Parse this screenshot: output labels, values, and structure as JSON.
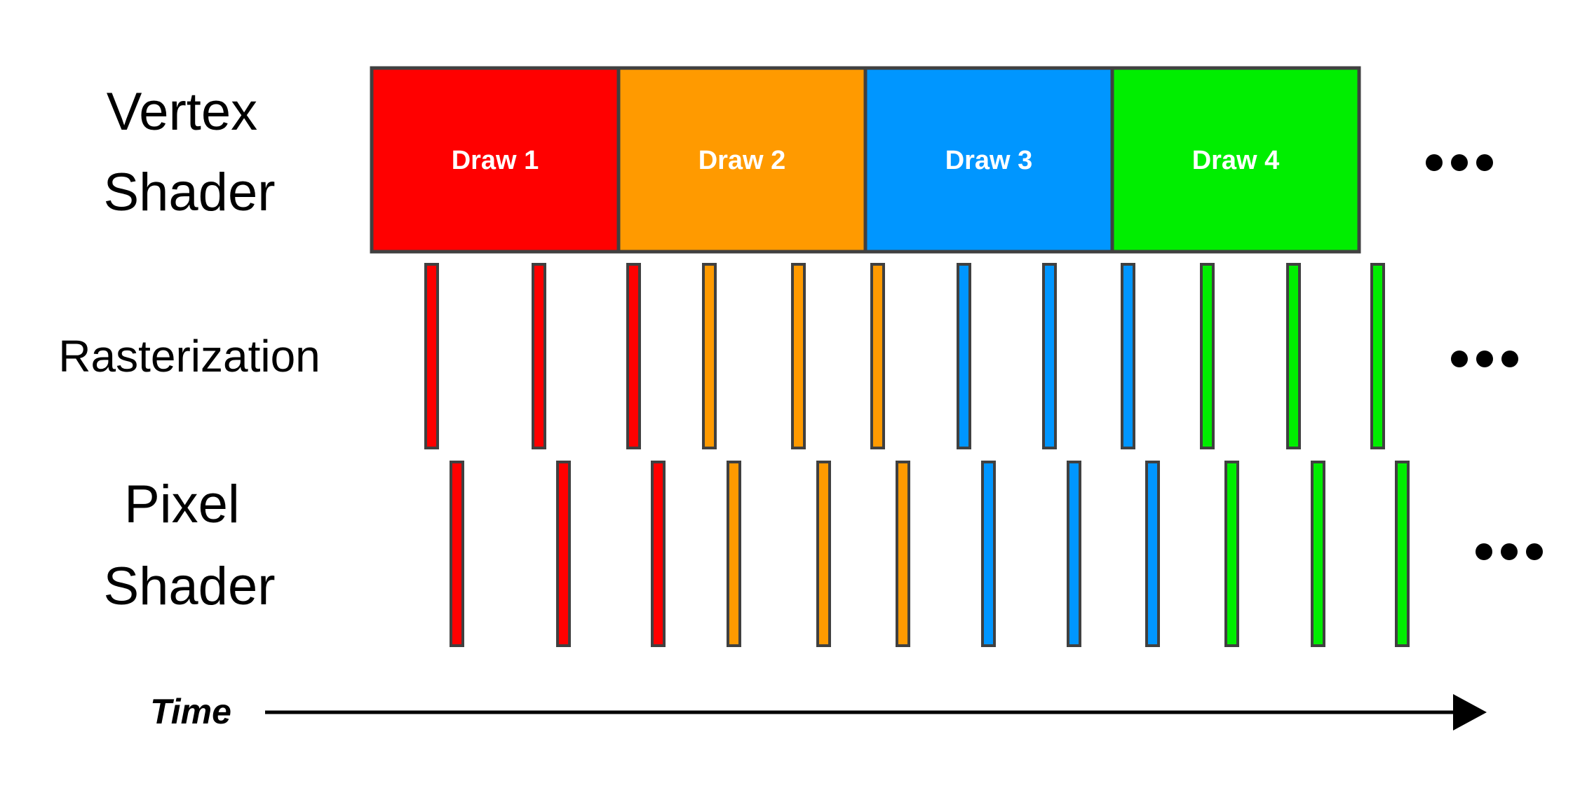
{
  "stages": {
    "vertex": [
      "Vertex",
      "Shader"
    ],
    "raster": [
      "Rasterization"
    ],
    "pixel": [
      "Pixel",
      "Shader"
    ]
  },
  "draws": [
    {
      "label": "Draw 1",
      "color": "#ff0000"
    },
    {
      "label": "Draw 2",
      "color": "#ff9a00"
    },
    {
      "label": "Draw 3",
      "color": "#0096ff"
    },
    {
      "label": "Draw 4",
      "color": "#00ee00"
    }
  ],
  "raster_bar_draws": [
    0,
    0,
    0,
    1,
    1,
    1,
    2,
    2,
    2,
    3,
    3,
    3
  ],
  "pixel_bar_draws": [
    0,
    0,
    0,
    1,
    1,
    1,
    2,
    2,
    2,
    3,
    3,
    3
  ],
  "continuation_icon": "ellipsis-dots",
  "time_axis": {
    "label": "Time"
  },
  "outline_color": "#404040"
}
